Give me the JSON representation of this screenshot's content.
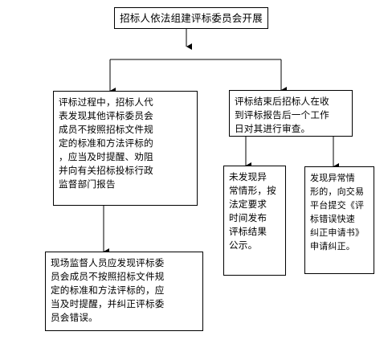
{
  "flowchart": {
    "start": "招标人依法组建评标委员会开展",
    "left_branch": "评标过程中，招标人代\n表发现其他评标委员会\n成员不按照招标文件规\n定的标准和方法评标的\n，应当及时提醒、劝阻\n并向有关招标投标行政\n监督部门报告",
    "left_bottom": "现场监督人员应发现评标委\n员会成员不按照招标文件规\n定的标准和方法评标的，应\n当及时提醒，并纠正评标委\n员会错误。",
    "right_branch": "评标结束后招标人在收\n到评标报告后一个工作\n日对其进行审查。",
    "right_left": "未发现异\n常情形，按\n法定要求\n时间发布\n评标结果\n公示。",
    "right_right": "发现异常情\n形的，向交易\n平台提交《评\n标错误快速\n纠正申请书》\n申请纠正。"
  }
}
